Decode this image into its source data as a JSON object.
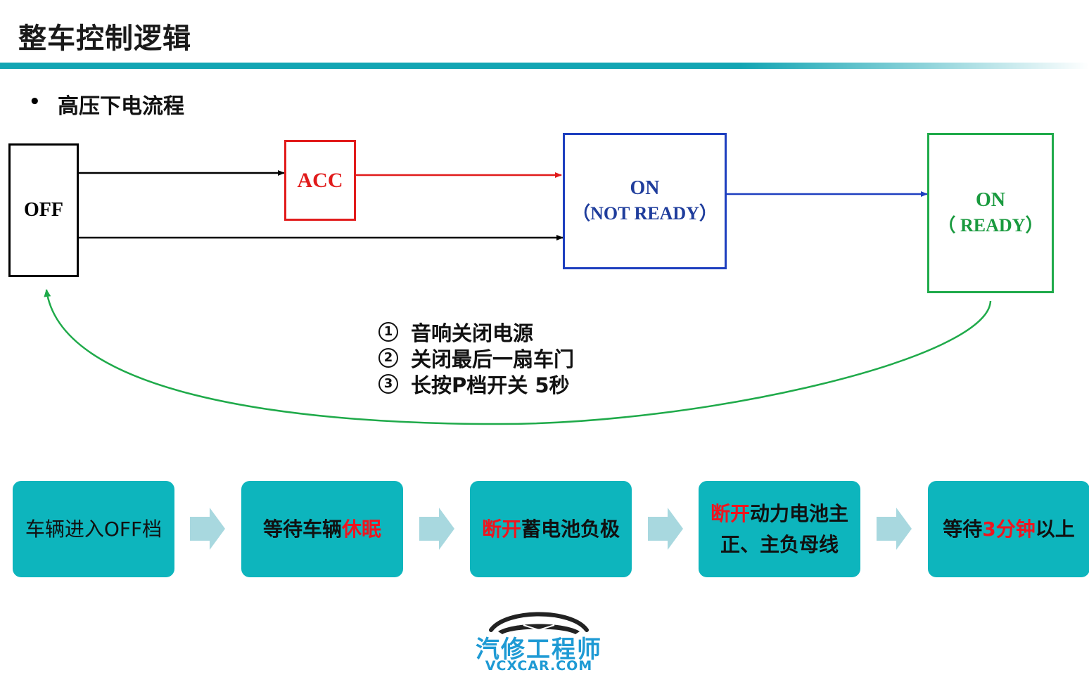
{
  "header": {
    "title": "整车控制逻辑",
    "bullet": "•",
    "subtitle": "高压下电流程"
  },
  "states": {
    "off": "OFF",
    "acc": "ACC",
    "on_not_ready": {
      "line1": "ON",
      "line2": "（NOT READY）"
    },
    "on_ready": {
      "line1": "ON",
      "line2": "（ READY）"
    }
  },
  "steps": [
    {
      "num": "1",
      "text": "音响关闭电源"
    },
    {
      "num": "2",
      "text": "关闭最后一扇车门"
    },
    {
      "num": "3",
      "text": "长按P档开关 5秒"
    }
  ],
  "process": [
    {
      "line1": [
        "",
        "车辆进入OFF档",
        ""
      ],
      "line2": ""
    },
    {
      "line1": [
        "等待车辆",
        "休眠",
        ""
      ],
      "line2": ""
    },
    {
      "line1": [
        "",
        "断开",
        "蓄电池负极"
      ],
      "line2": ""
    },
    {
      "line1": [
        "",
        "断开",
        "动力电池主"
      ],
      "line2": "正、主负母线"
    },
    {
      "line1": [
        "等待",
        "3分钟",
        "以上"
      ],
      "line2": ""
    }
  ],
  "logo": {
    "name": "汽修工程师",
    "url": "VCXCAR.COM"
  },
  "colors": {
    "teal": "#0db5bd",
    "acc_red": "#e11b1b",
    "not_ready_blue": "#1e3fbf",
    "ready_green": "#1faa4a",
    "highlight_red": "#f0141e",
    "logo_blue": "#1e9ad4"
  }
}
